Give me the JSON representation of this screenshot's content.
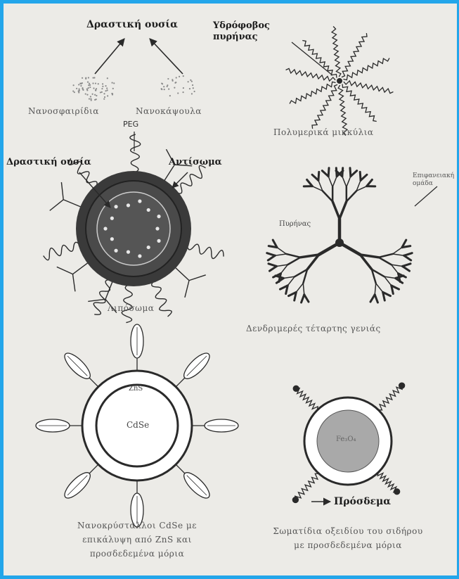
{
  "labels": {
    "active_substance_top": "Δραστική ουσία",
    "nanospheres": "Νανοσφαιρίδια",
    "nanocapsules": "Νανοκάψουλα",
    "hydrophobic_core": "Υδρόφοβος\nπυρήνας",
    "polymeric_micelles": "Πολυμερικά μικκύλια",
    "peg": "PEG",
    "active_substance_lipo": "Δραστική ουσία",
    "antibodies": "Αντίσωμα",
    "liposome": "Λιπόσωμα",
    "surface_groups": "Επιφανειακή\nομάδα",
    "core": "Πυρήνας",
    "dendrimer": "Δενδριμερές τέταρτης γενιάς",
    "zns": "ZnS",
    "cdse": "CdSe",
    "quantum_dots": "Νανοκρύσταλλοι CdSe με\nεπικάλυψη από ZnS και\nπροσδεδεμένα μόρια",
    "fe3o4": "Fe₃O₄",
    "ligand": "Πρόσδεμα",
    "iron_oxide": "Σωματίδια οξειδίου του σιδήρου\nμε προσδεδεμένα μόρια"
  },
  "colors": {
    "border": "#23a6ea",
    "background": "#ecebe7",
    "ink": "#2a2a2a",
    "liposome_shell": "#3a3a3a",
    "fe_core": "#a9a9a9"
  }
}
